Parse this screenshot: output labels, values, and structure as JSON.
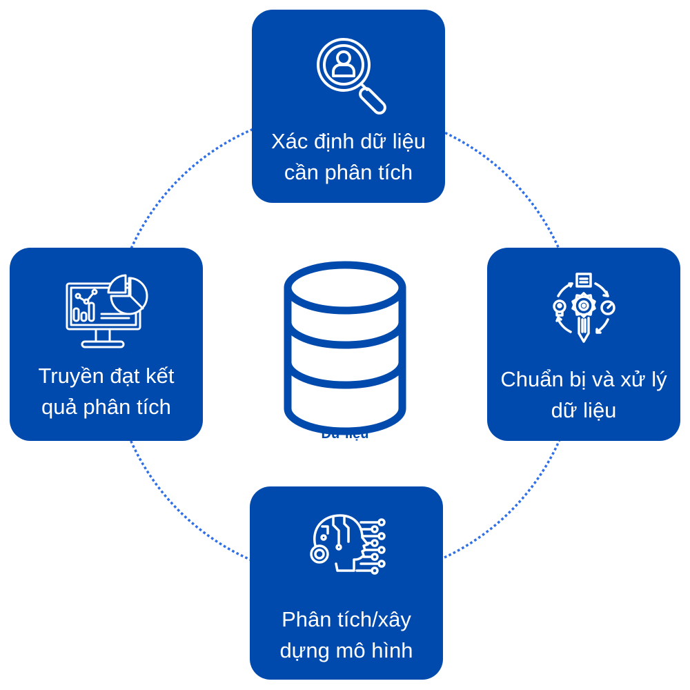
{
  "colors": {
    "box": "#014aad",
    "ring": "#2f6fe8",
    "text_on_box": "#ffffff"
  },
  "center": {
    "icon": "database-icon",
    "label": "Dữ liệu"
  },
  "steps": [
    {
      "id": "top",
      "icon": "magnifier-person-icon",
      "line1": "Xác định dữ liệu",
      "line2": "cần phân tích"
    },
    {
      "id": "right",
      "icon": "process-gear-icon",
      "line1": "Chuẩn bị và xử lý",
      "line2": "dữ liệu"
    },
    {
      "id": "bottom",
      "icon": "ai-head-icon",
      "line1": "Phân tích/xây",
      "line2": "dựng mô hình"
    },
    {
      "id": "left",
      "icon": "analytics-monitor-icon",
      "line1": "Truyền đạt kết",
      "line2": "quả phân tích"
    }
  ]
}
